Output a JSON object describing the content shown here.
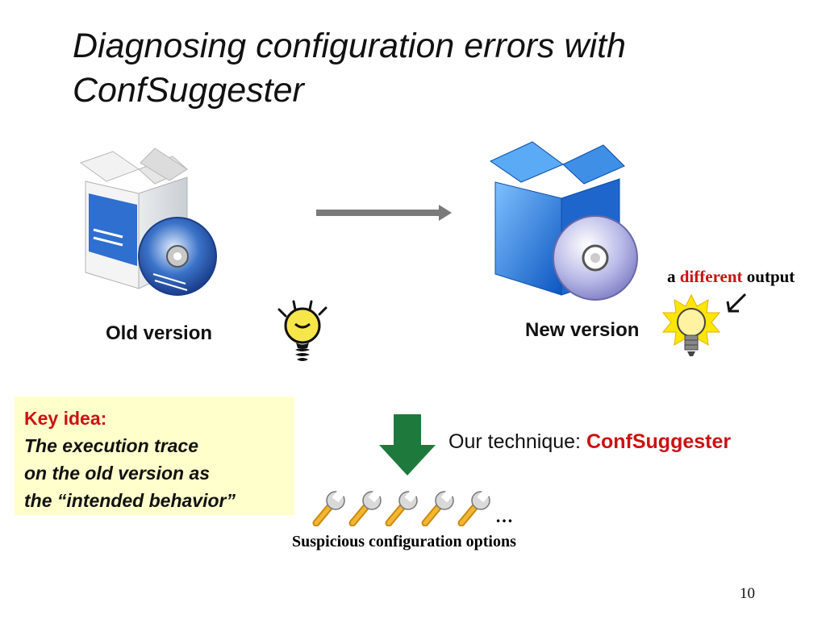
{
  "slide": {
    "title": "Diagnosing configuration errors with ConfSuggester",
    "old_label": "Old version",
    "new_label": "New version",
    "different_output": {
      "prefix": "a ",
      "highlight": "different",
      "suffix": " output"
    },
    "key_idea": {
      "title": "Key idea:",
      "lines": [
        "The execution trace",
        "on the old version as",
        "the “intended behavior”"
      ]
    },
    "technique": {
      "prefix": "Our technique: ",
      "name": "ConfSuggester"
    },
    "ellipsis": "…",
    "suspicious_caption": "Suspicious configuration options",
    "page_number": "10"
  },
  "colors": {
    "accent_red": "#cc1111",
    "key_box_bg": "#ffffcc",
    "down_arrow_green": "#1e7a3c",
    "box_blue": "#1f6fd1",
    "arrow_gray": "#7a7a7a",
    "bulb_yellow": "#f7e64a"
  },
  "icons": [
    "software-box-icon",
    "software-box-blue-icon",
    "right-arrow-icon",
    "lightbulb-icon",
    "down-arrow-icon",
    "wrench-icon"
  ]
}
